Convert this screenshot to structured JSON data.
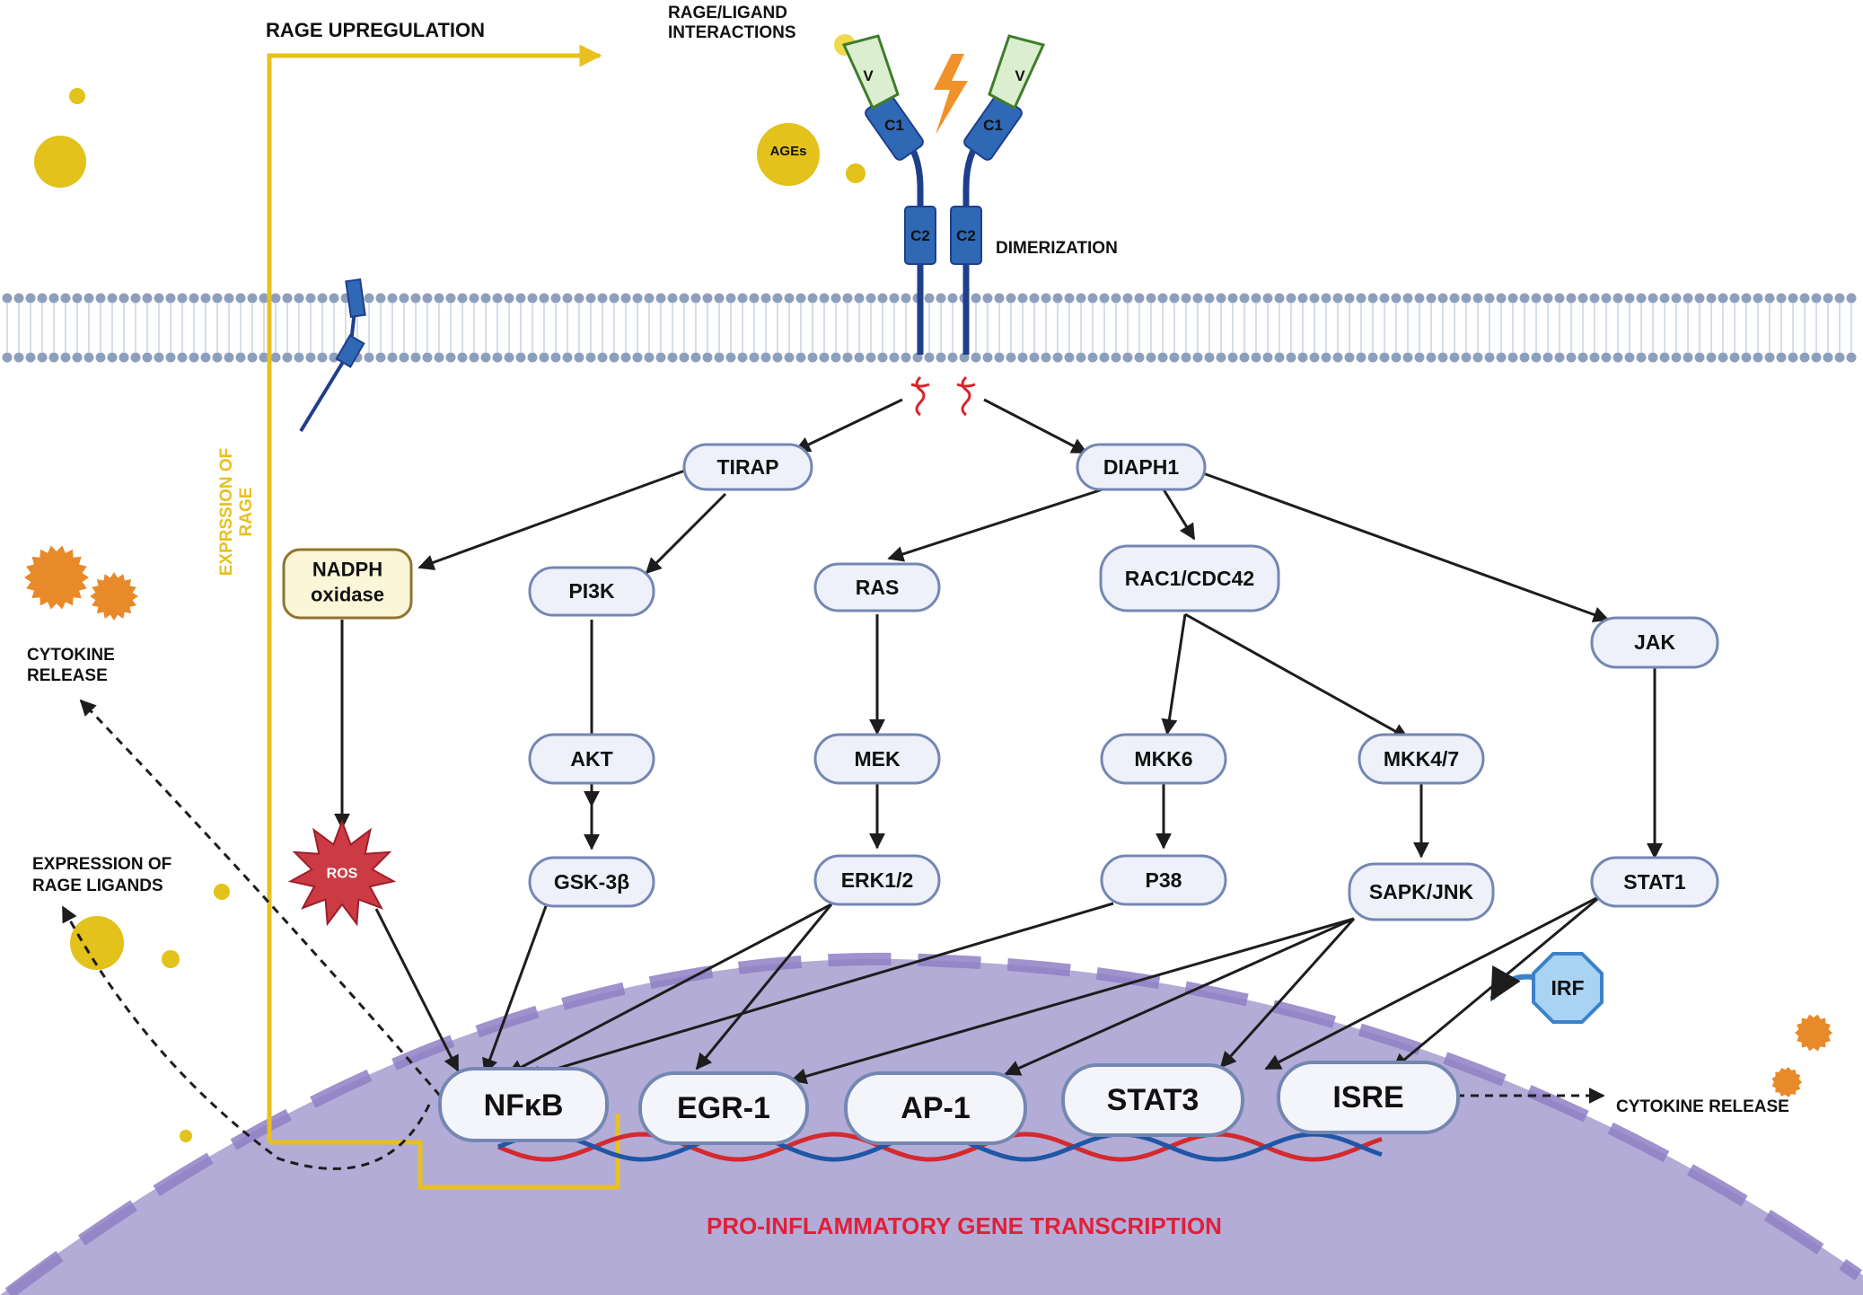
{
  "labels": {
    "rage_upregulation": "RAGE UPREGULATION",
    "rage_ligand_1": "RAGE/LIGAND",
    "rage_ligand_2": "INTERACTIONS",
    "dimerization": "DIMERIZATION",
    "expression_of_rage_1": "EXPRSSION OF",
    "expression_of_rage_2": "RAGE",
    "cytokine_release_left_1": "CYTOKINE",
    "cytokine_release_left_2": "RELEASE",
    "expression_ligands_1": "EXPRESSION OF",
    "expression_ligands_2": "RAGE LIGANDS",
    "cytokine_release_right": "CYTOKINE RELEASE",
    "transcription": "PRO-INFLAMMATORY GENE TRANSCRIPTION"
  },
  "receptor": {
    "v": "V",
    "c1": "C1",
    "c2": "C2",
    "ages": "AGEs"
  },
  "nodes": {
    "tirap": "TIRAP",
    "diaph1": "DIAPH1",
    "nadph_1": "NADPH",
    "nadph_2": "oxidase",
    "pi3k": "PI3K",
    "ras": "RAS",
    "rac1": "RAC1/CDC42",
    "jak": "JAK",
    "akt": "AKT",
    "mek": "MEK",
    "mkk6": "MKK6",
    "mkk47": "MKK4/7",
    "ros": "ROS",
    "gsk": "GSK-3β",
    "erk": "ERK1/2",
    "p38": "P38",
    "sapk": "SAPK/JNK",
    "stat1": "STAT1",
    "irf": "IRF"
  },
  "transcription_factors": {
    "nfkb": "NFκB",
    "egr1": "EGR-1",
    "ap1": "AP-1",
    "stat3": "STAT3",
    "isre": "ISRE"
  },
  "colors": {
    "nucleus": "#b3acd6",
    "nucleus_dash": "#8e7fc4",
    "membrane_head": "#8d9fbd",
    "yellow_arrow": "#e8c020",
    "ligand": "#e2c21b",
    "cytokine": "#e8892a",
    "receptor": "#2f68b4",
    "title_red": "#e0203a"
  }
}
